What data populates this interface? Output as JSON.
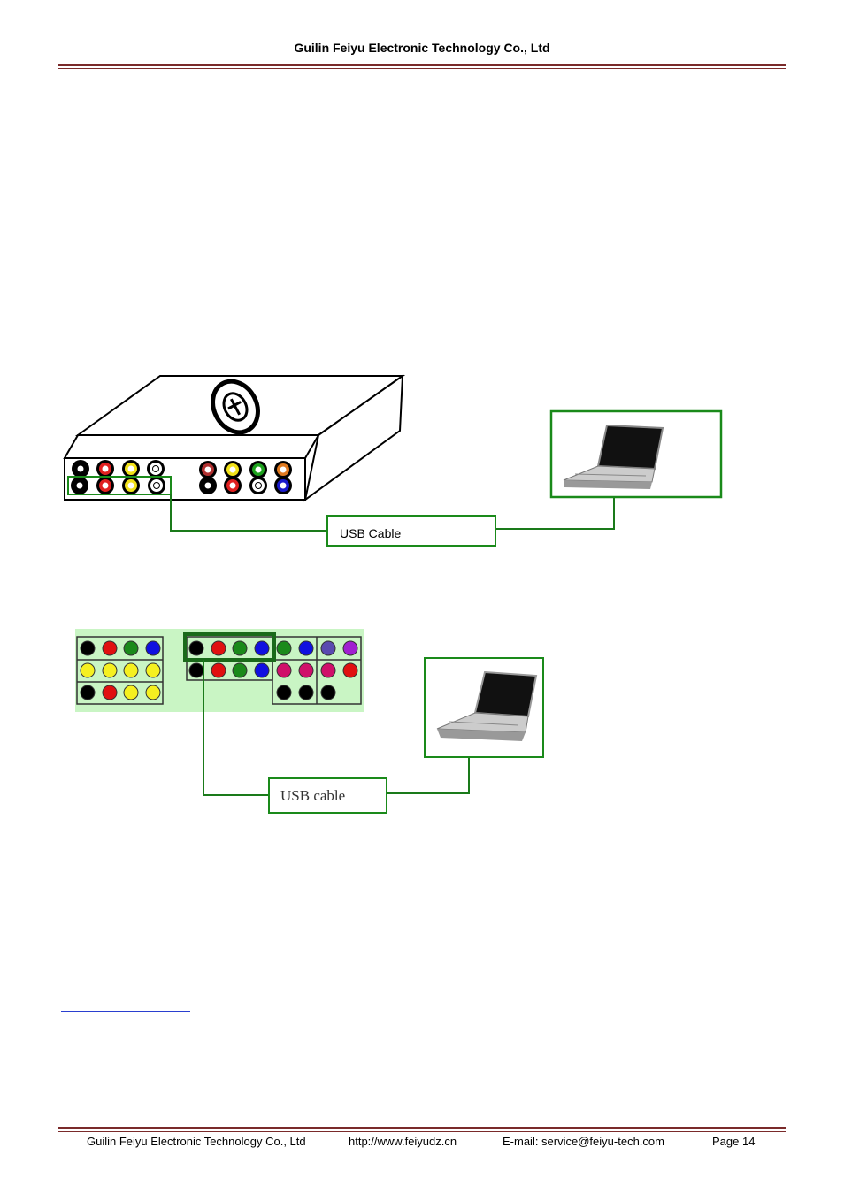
{
  "header": {
    "title": "Guilin Feiyu Electronic Technology Co., Ltd"
  },
  "figure1": {
    "cable_label": "USB Cable"
  },
  "figure2": {
    "cable_label": "USB cable"
  },
  "footer": {
    "company": "Guilin Feiyu Electronic Technology Co., Ltd",
    "website": "http://www.feiyudz.cn",
    "email": "E-mail: service@feiyu-tech.com",
    "page": "Page 14"
  }
}
